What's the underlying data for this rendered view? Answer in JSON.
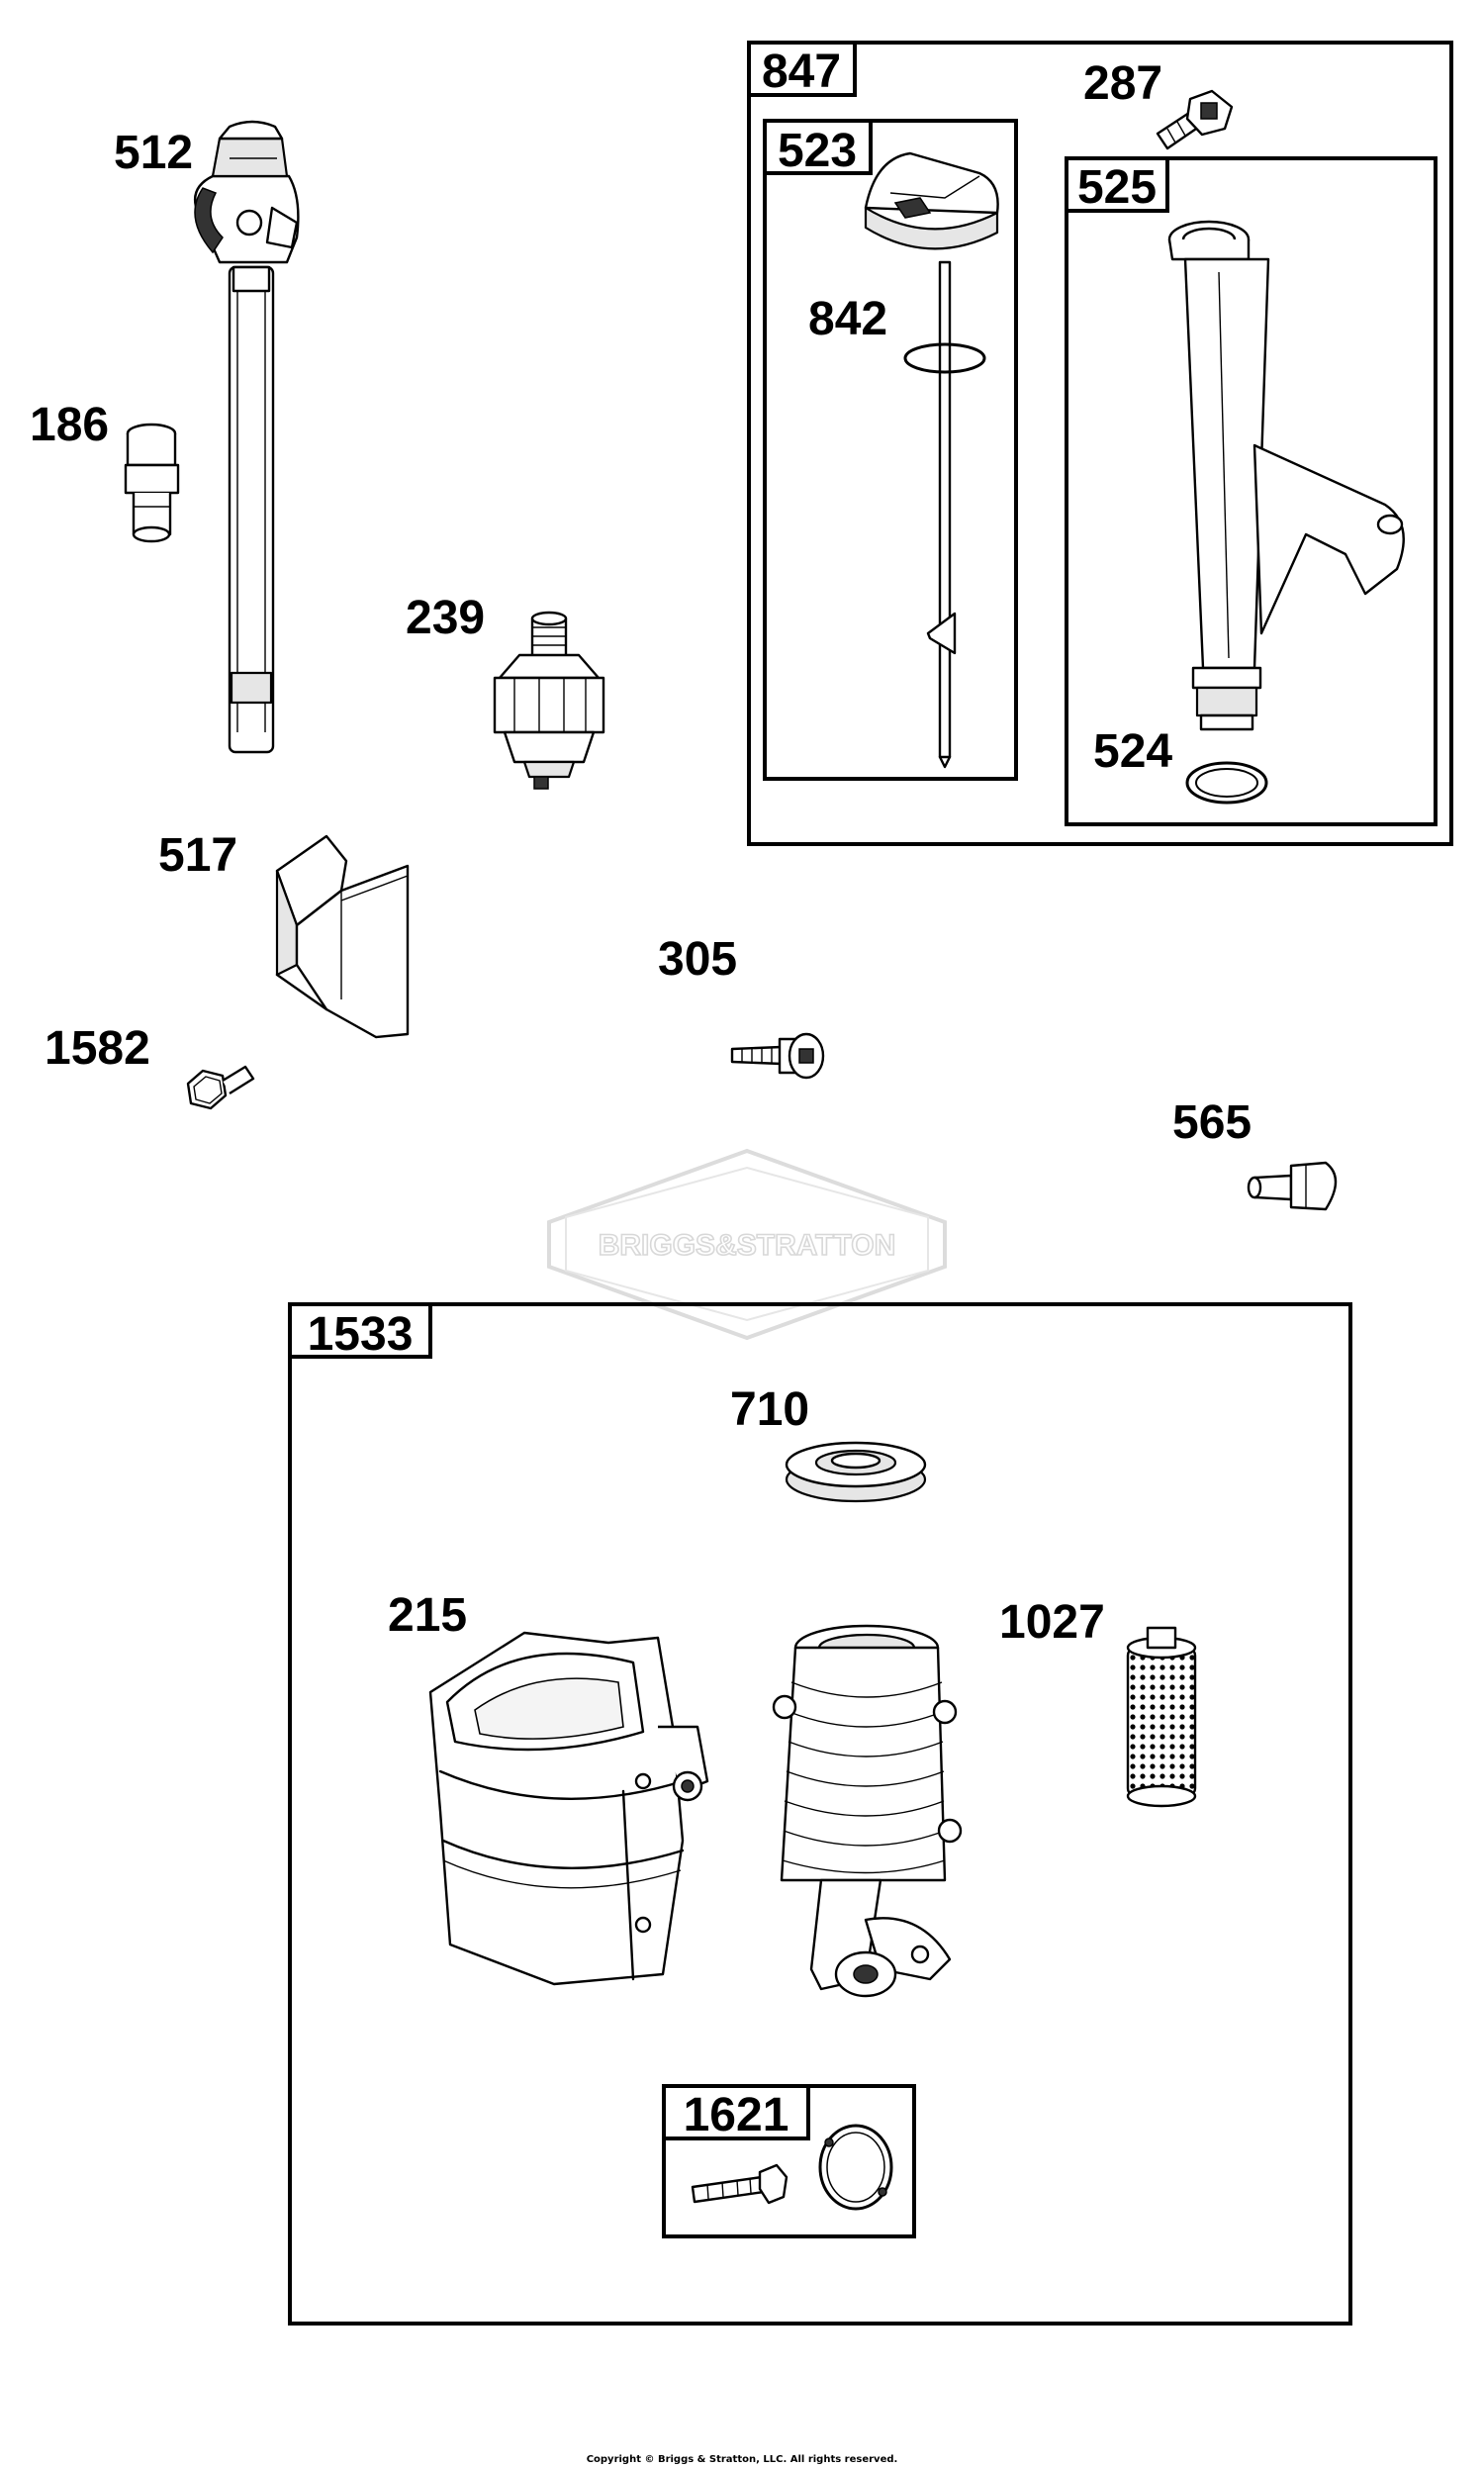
{
  "watermark": "BRIGGS&STRATTON",
  "copyright": "Copyright © Briggs & Stratton, LLC. All rights reserved.",
  "boxes": {
    "b847": "847",
    "b523": "523",
    "b525": "525",
    "b1533": "1533",
    "b1621": "1621"
  },
  "parts": {
    "p512": "512",
    "p186": "186",
    "p239": "239",
    "p517": "517",
    "p1582": "1582",
    "p305": "305",
    "p565": "565",
    "p287": "287",
    "p842": "842",
    "p524": "524",
    "p710": "710",
    "p215": "215",
    "p1027": "1027"
  }
}
